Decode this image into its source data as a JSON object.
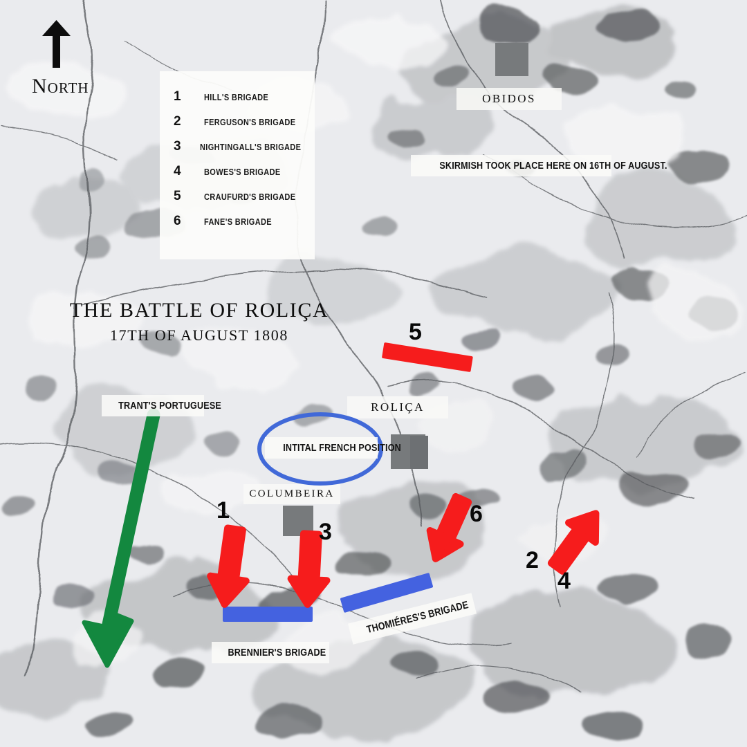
{
  "map": {
    "title_main": "THE BATTLE OF ROLIÇA",
    "title_sub": "17TH OF AUGUST 1808",
    "compass_label": "North"
  },
  "legend": {
    "items": [
      {
        "num": "1",
        "label": "HILL'S  BRIGADE"
      },
      {
        "num": "2",
        "label": "FERGUSON'S  BRIGADE"
      },
      {
        "num": "3",
        "label": "NIGHTINGALL'S  BRIGADE"
      },
      {
        "num": "4",
        "label": "BOWES'S BRIGADE"
      },
      {
        "num": "5",
        "label": "CRAUFURD'S BRIGADE"
      },
      {
        "num": "6",
        "label": "FANE'S BRIGADE"
      }
    ]
  },
  "places": [
    {
      "name": "OBIDOS"
    },
    {
      "name": "ROLIÇA"
    },
    {
      "name": "COLUMBEIRA"
    }
  ],
  "annotations": {
    "skirmish": "SKIRMISH TOOK PLACE HERE ON 16TH OF AUGUST.",
    "french_position": "INTITAL FRENCH POSITION",
    "trant": "TRANT'S PORTUGUESE",
    "brennier": "BRENNIER'S BRIGADE",
    "thomieres": "THOMIÉRES'S BRIGADE"
  },
  "unit_numbers": {
    "n1": "1",
    "n2": "2",
    "n3": "3",
    "n4": "4",
    "n5": "5",
    "n6": "6"
  },
  "colors": {
    "british_red": "#f61c1c",
    "french_blue": "#4462e0",
    "portuguese_green": "#13883f",
    "ellipse_blue": "#4169d8",
    "town_grey": "#777a7c",
    "ink_black": "#0d0d0d"
  }
}
